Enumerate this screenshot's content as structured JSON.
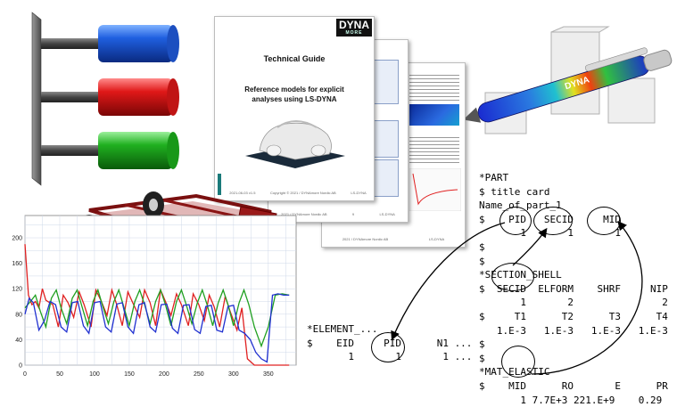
{
  "docs": {
    "front": {
      "logo_text": "DYNA",
      "logo_sub": "MORE",
      "title": "Technical Guide",
      "subtitle_line1": "Reference models for explicit",
      "subtitle_line2": "analyses using LS-DYNA",
      "footer_left": "2021-06-03 v1.5",
      "footer_mid": "Copyright © 2021 / DYNAmore Nordic AB",
      "footer_right": "LS-DYNA"
    },
    "middle": {
      "footer_left": "2021 / DYNAmore Nordic AB",
      "footer_mid": "9",
      "footer_right": "LS-DYNA"
    },
    "back": {
      "footer_left": "2021 / DYNAmore Nordic AB",
      "footer_right": "LS-DYNA"
    }
  },
  "pen": {
    "brand": "DYNA"
  },
  "code": {
    "part": [
      "*PART",
      "$ title card",
      "Name_of_part_1",
      "$    PID   SECID     MID",
      "       1       1       1",
      "$",
      "$",
      "*SECTION_SHELL",
      "$  SECID  ELFORM    SHRF     NIP",
      "       1       2               2",
      "$     T1      T2      T3      T4",
      "   1.E-3   1.E-3   1.E-3   1.E-3",
      "$",
      "$",
      "*MAT_ELASTIC",
      "$    MID      RO       E      PR",
      "       1 7.7E+3 221.E+9    0.29"
    ],
    "element": [
      "*ELEMENT_...",
      "$    EID     PID      N1 ...",
      "       1       1       1 ..."
    ]
  },
  "chart_data": {
    "type": "line",
    "x_ticks": [
      0,
      50,
      100,
      150,
      200,
      250,
      300,
      350
    ],
    "y_ticks": [
      0,
      40,
      80,
      120,
      160,
      200
    ],
    "xlim": [
      0,
      390
    ],
    "ylim": [
      0,
      235
    ],
    "grid": true,
    "series": [
      {
        "color": "#e02020",
        "x": [
          0,
          5,
          10,
          15,
          20,
          25,
          30,
          40,
          48,
          55,
          62,
          70,
          78,
          85,
          95,
          102,
          110,
          118,
          125,
          132,
          140,
          148,
          155,
          165,
          172,
          180,
          188,
          195,
          202,
          210,
          218,
          225,
          235,
          242,
          250,
          258,
          265,
          272,
          280,
          288,
          295,
          305,
          312,
          320,
          330,
          335,
          340,
          350,
          360,
          370,
          380
        ],
        "values": [
          190,
          110,
          95,
          100,
          90,
          120,
          102,
          95,
          60,
          110,
          98,
          75,
          115,
          95,
          60,
          118,
          100,
          78,
          118,
          95,
          62,
          115,
          98,
          75,
          118,
          98,
          62,
          118,
          100,
          78,
          112,
          95,
          62,
          112,
          95,
          70,
          110,
          92,
          60,
          108,
          85,
          55,
          90,
          10,
          0,
          0,
          0,
          0,
          0,
          0,
          0
        ]
      },
      {
        "color": "#20a020",
        "x": [
          0,
          8,
          15,
          22,
          30,
          38,
          45,
          52,
          60,
          68,
          75,
          82,
          90,
          98,
          105,
          112,
          120,
          128,
          135,
          142,
          150,
          158,
          165,
          172,
          180,
          188,
          195,
          202,
          210,
          218,
          225,
          232,
          240,
          248,
          255,
          262,
          270,
          278,
          285,
          292,
          300,
          308,
          315,
          322,
          330,
          340,
          350,
          360,
          370,
          380
        ],
        "values": [
          90,
          100,
          110,
          85,
          60,
          105,
          118,
          90,
          65,
          105,
          118,
          92,
          62,
          100,
          118,
          92,
          65,
          100,
          118,
          92,
          62,
          100,
          118,
          95,
          65,
          100,
          118,
          95,
          62,
          100,
          118,
          95,
          65,
          98,
          118,
          95,
          62,
          98,
          118,
          95,
          62,
          98,
          118,
          95,
          60,
          30,
          60,
          110,
          112,
          110
        ]
      },
      {
        "color": "#2030d0",
        "x": [
          0,
          6,
          12,
          20,
          28,
          36,
          44,
          52,
          60,
          68,
          76,
          84,
          92,
          100,
          108,
          116,
          124,
          132,
          140,
          148,
          156,
          164,
          172,
          180,
          188,
          196,
          204,
          212,
          220,
          228,
          236,
          244,
          252,
          260,
          268,
          276,
          284,
          292,
          300,
          308,
          316,
          324,
          332,
          340,
          348,
          356,
          364,
          372,
          380
        ],
        "values": [
          80,
          105,
          98,
          55,
          70,
          100,
          95,
          60,
          52,
          98,
          100,
          62,
          50,
          98,
          100,
          60,
          52,
          96,
          98,
          60,
          50,
          95,
          98,
          60,
          52,
          95,
          96,
          58,
          50,
          94,
          95,
          56,
          50,
          92,
          94,
          55,
          52,
          92,
          94,
          55,
          50,
          40,
          20,
          10,
          5,
          110,
          112,
          110,
          110
        ]
      }
    ]
  }
}
